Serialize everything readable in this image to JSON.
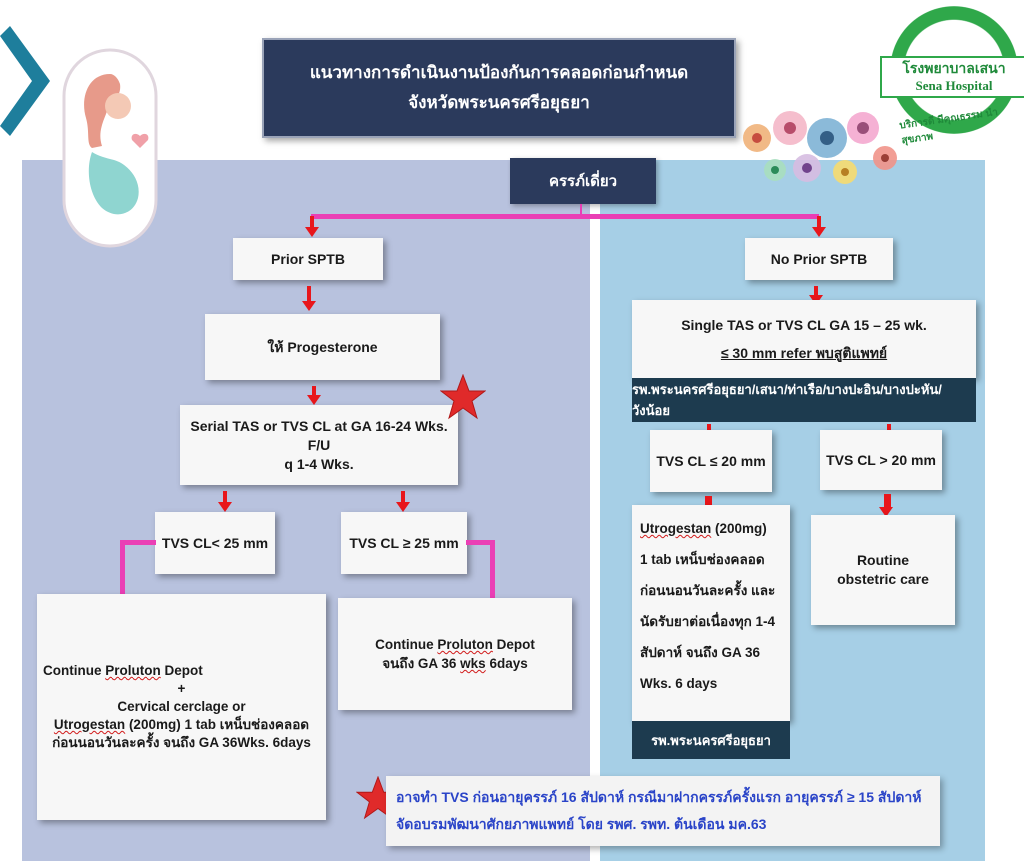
{
  "header": {
    "title_line1": "แนวทางการดำเนินงานป้องกันการคลอดก่อนกำหนด",
    "title_line2": "จังหวัดพระนครศรีอยุธยา"
  },
  "logo": {
    "name_thai": "โรงพยาบาลเสนา",
    "name_en": "Sena Hospital",
    "motto": "บริการดี มีคุณธรรม นำสุขภาพ"
  },
  "start": "ครรภ์เดี่ยว",
  "left_branch": {
    "root": "Prior SPTB",
    "step1": "ให้ Progesterone",
    "step2_line1": "Serial TAS or TVS CL at GA 16-24 Wks. F/U",
    "step2_line2": "q 1-4 Wks.",
    "cl_low": "TVS CL< 25 mm",
    "cl_high": "TVS CL ≥ 25 mm",
    "low_outcome": {
      "line1_pre": "Continue ",
      "line1_word": "Proluton",
      "line1_post": " Depot",
      "plus": "+",
      "line2": "Cervical cerclage or",
      "line3_word": "Utrogestan",
      "line3_post": " (200mg) 1 tab เหน็บช่องคลอด",
      "line4": "ก่อนนอนวันละครั้ง จนถึง GA 36Wks. 6days"
    },
    "high_outcome": {
      "line1_pre": "Continue ",
      "line1_word": "Proluton",
      "line1_post": " Depot",
      "line2_pre": "จนถึง GA 36 ",
      "line2_word": "wks",
      "line2_post": " 6days"
    }
  },
  "right_branch": {
    "root": "No Prior SPTB",
    "screen_line1": "Single TAS or TVS CL  GA 15 – 25 wk.",
    "screen_line2": "≤ 30 mm refer พบสูติแพทย์",
    "hospitals": "รพ.พระนครศรีอยุธยา/เสนา/ท่าเรือ/บางปะอิน/บางปะหัน/วังน้อย",
    "cl_low": "TVS CL ≤ 20 mm",
    "cl_high": "TVS CL > 20 mm",
    "low_outcome": {
      "line1_word": "Utrogestan",
      "line1_post": " (200mg)",
      "line2": "1 tab เหน็บช่องคลอด",
      "line3": "ก่อนนอนวันละครั้ง และ",
      "line4": "นัดรับยาต่อเนื่องทุก 1-4",
      "line5": "สัปดาห์ จนถึง GA 36",
      "line6": "Wks. 6 days",
      "footer": "รพ.พระนครศรีอยุธยา"
    },
    "high_outcome_line1": "Routine",
    "high_outcome_line2": "obstetric care"
  },
  "note": {
    "line1": "อาจทำ TVS ก่อนอายุครรภ์ 16 สัปดาห์ กรณีมาฝากครรภ์ครั้งแรก อายุครรภ์ ≥ 15 สัปดาห์",
    "line2": "จัดอบรมพัฒนาศักยภาพแพทย์ โดย รพศ. รพท. ต้นเดือน มค.63"
  },
  "colors": {
    "navy": "#2b3a5c",
    "left_panel": "#b8c2de",
    "right_panel": "#a6cfe6",
    "arrow": "#e8161b",
    "connector": "#ea3fb5",
    "note_text": "#2a44c8",
    "logo_green": "#2fa84a"
  }
}
